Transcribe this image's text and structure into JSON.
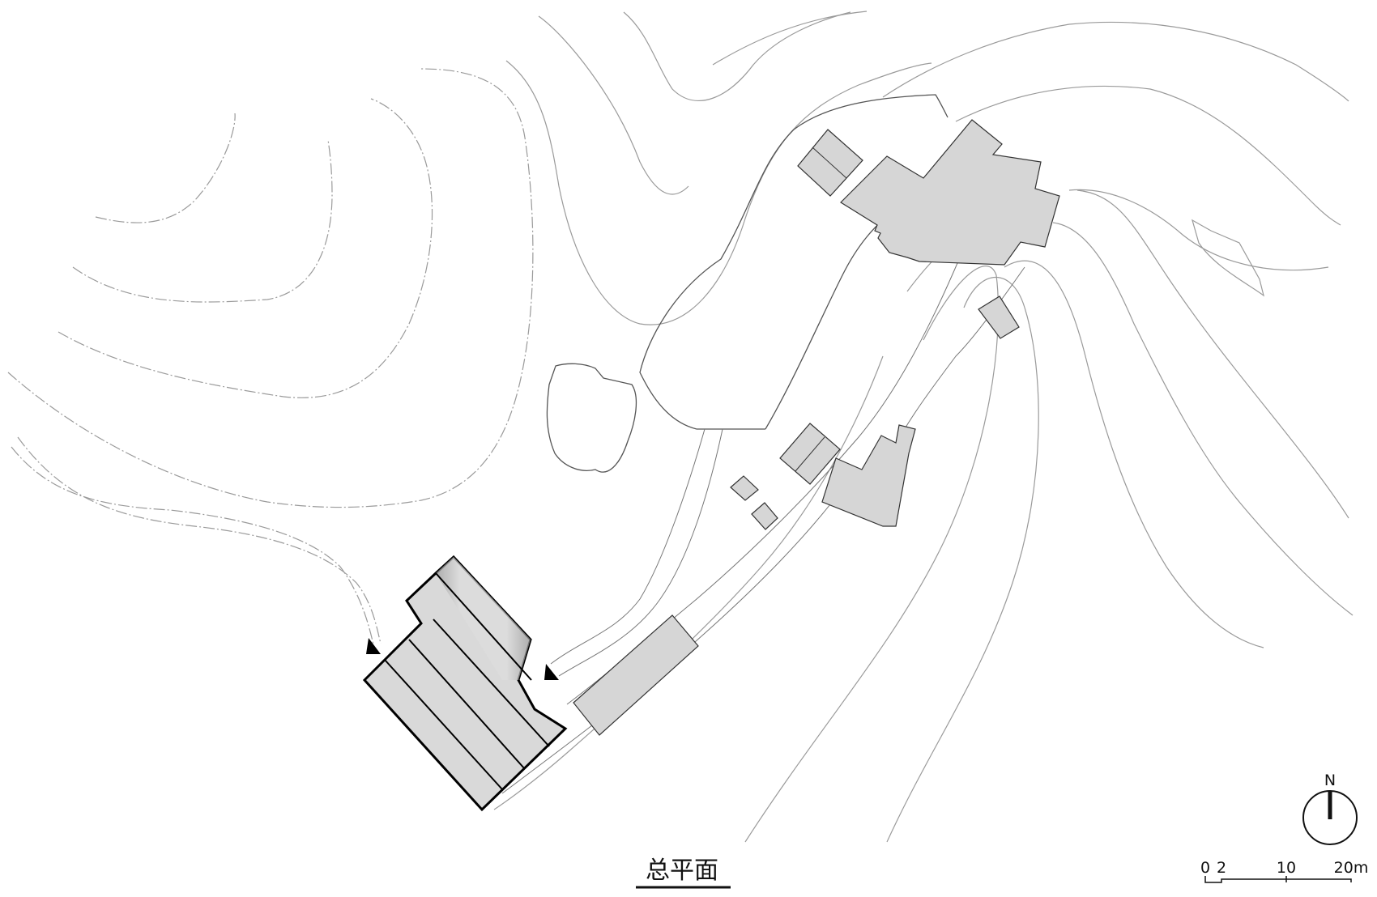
{
  "drawing": {
    "title": "总平面"
  },
  "north_arrow": {
    "label": "N"
  },
  "scale_bar": {
    "labels": [
      "0",
      "2",
      "10",
      "20m"
    ]
  },
  "colors": {
    "background": "#ffffff",
    "building_fill": "#d6d6d6",
    "contour": "#9a9a9a",
    "outline": "#000000"
  }
}
